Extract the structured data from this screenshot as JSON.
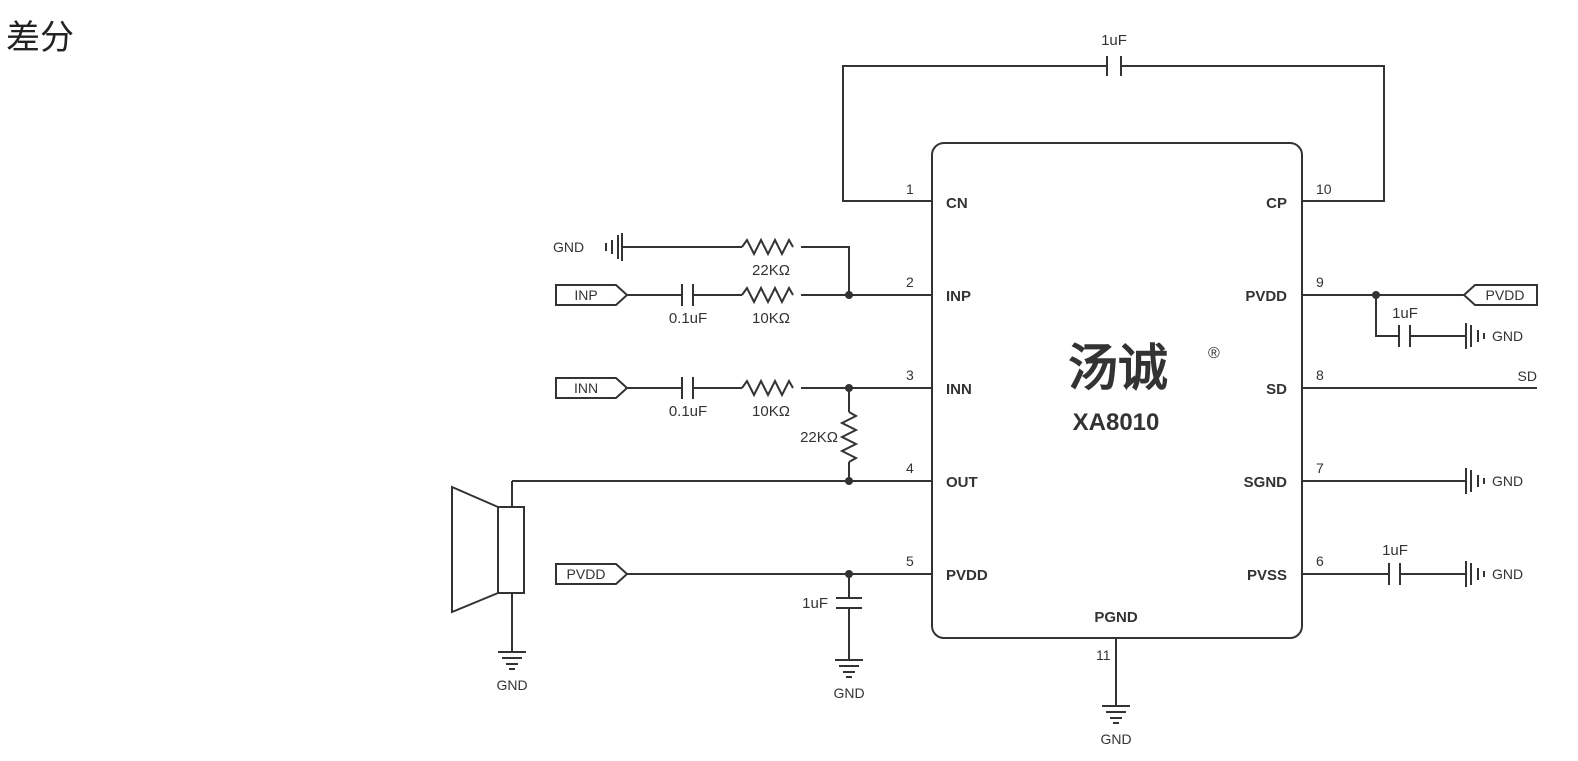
{
  "title": "差分",
  "chip": {
    "logo_text": "汤诚",
    "logo_mark": "®",
    "part_number": "XA8010",
    "logo_color": "#1c4a86",
    "pins": [
      {
        "num": "1",
        "name": "CN"
      },
      {
        "num": "2",
        "name": "INP"
      },
      {
        "num": "3",
        "name": "INN"
      },
      {
        "num": "4",
        "name": "OUT"
      },
      {
        "num": "5",
        "name": "PVDD"
      },
      {
        "num": "10",
        "name": "CP"
      },
      {
        "num": "9",
        "name": "PVDD"
      },
      {
        "num": "8",
        "name": "SD"
      },
      {
        "num": "7",
        "name": "SGND"
      },
      {
        "num": "6",
        "name": "PVSS"
      },
      {
        "num": "11",
        "name": "PGND"
      }
    ]
  },
  "components": {
    "cap_top": "1uF",
    "res_gnd_inp": "22KΩ",
    "cap_inp": "0.1uF",
    "res_inp": "10KΩ",
    "cap_inn": "0.1uF",
    "res_inn": "10KΩ",
    "res_inn_out": "22KΩ",
    "cap_pvdd_left": "1uF",
    "cap_pvdd_right": "1uF",
    "cap_pvss": "1uF"
  },
  "nets": {
    "gnd": "GND",
    "inp": "INP",
    "inn": "INN",
    "pvdd": "PVDD",
    "sd": "SD"
  }
}
